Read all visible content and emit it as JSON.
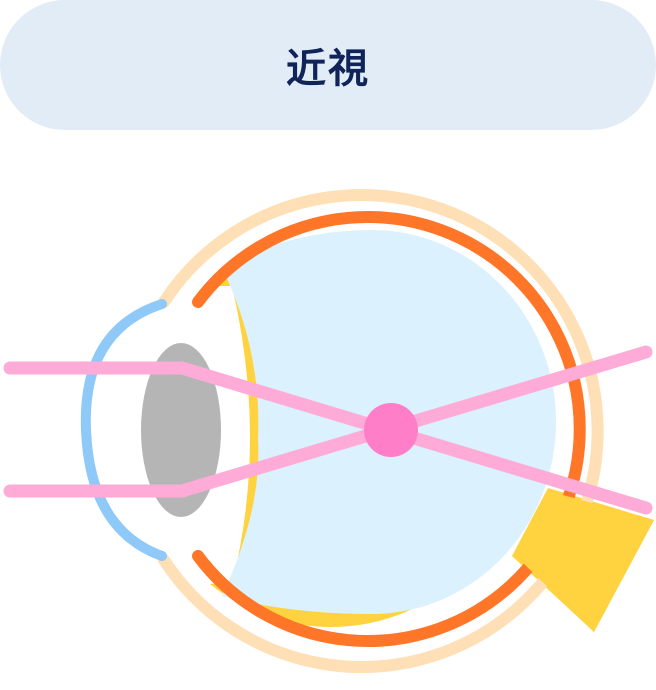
{
  "title": "近視",
  "colors": {
    "title_background": "#e1ecf7",
    "title_text": "#10245a",
    "sclera_outer": "#ffdfb6",
    "choroid": "#ff7629",
    "retina": "#ffd23f",
    "vitreous": "#dbf1fd",
    "cornea": "#8fc9f7",
    "lens": "#b5b5b5",
    "light_rays": "#ffabd8",
    "focal_point": "#ff7ec7",
    "optic_nerve": "#ffd23f"
  },
  "diagram": {
    "subject": "eye-cross-section",
    "condition": "myopia",
    "focus": "in-front-of-retina"
  }
}
